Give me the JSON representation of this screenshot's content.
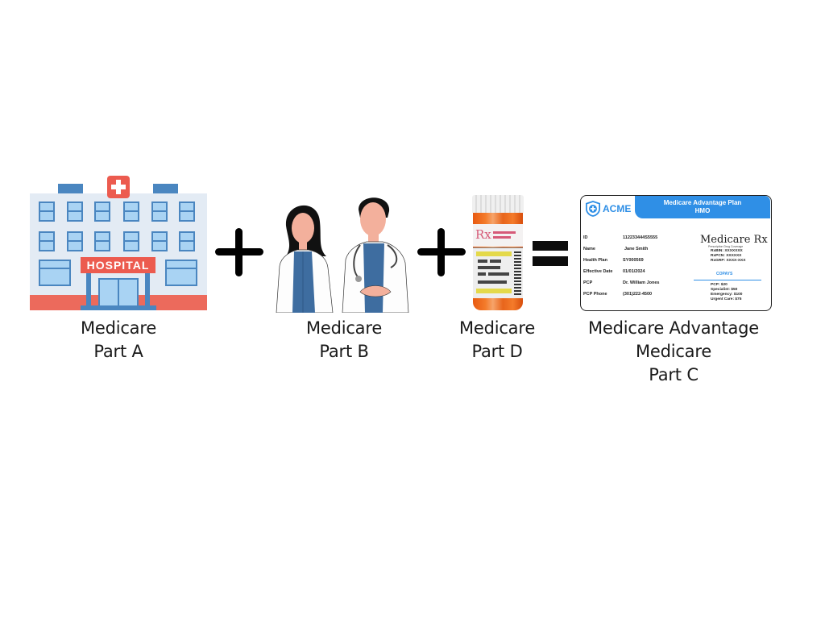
{
  "diagram": {
    "items": [
      {
        "icon": "hospital-icon",
        "line1": "Medicare",
        "line2": "Part A"
      },
      {
        "icon": "doctors-icon",
        "line1": "Medicare",
        "line2": "Part B"
      },
      {
        "icon": "pill-bottle-icon",
        "line1": "Medicare",
        "line2": "Part D"
      },
      {
        "icon": "insurance-card-icon",
        "line1": "Medicare Advantage",
        "line2": "Medicare",
        "line3": "Part C"
      }
    ],
    "operators": [
      "+",
      "+",
      "="
    ]
  },
  "hospital": {
    "sign": "HOSPITAL",
    "colors": {
      "wall": "#e3ebf4",
      "accent": "#4a86c0",
      "red": "#ec5b4f",
      "window": "#a9d3f3"
    }
  },
  "pill_bottle": {
    "rx": "Rx",
    "colors": {
      "orange": "#f47b2a",
      "label": "#eeeeee",
      "pink": "#d65a78"
    }
  },
  "card": {
    "brand": "ACME",
    "header_line1": "Medicare Advantage Plan",
    "header_line2": "HMO",
    "fields": [
      {
        "label": "ID",
        "value": "112233444S5555"
      },
      {
        "label": "Name",
        "value": "Jane Smith"
      },
      {
        "label": "Health Plan",
        "value": "SY000569"
      },
      {
        "label": "Effective Date",
        "value": "01/01/2024"
      },
      {
        "label": "PCP",
        "value": "Dr. William Jones"
      },
      {
        "label": "PCP Phone",
        "value": "(301)222-4500"
      }
    ],
    "rx": {
      "title": "Medicare Rx",
      "subtitle": "Prescription Drug Coverage",
      "items": [
        "RxBIN:  XXXXXXX",
        "RxPCN:  XXXXXX",
        "RxGRP:  XXXX-XXX"
      ]
    },
    "copays": {
      "title": "COPAYS",
      "items": [
        "PCP:           $20",
        "Specialist:    $50",
        "Emergency:  $100",
        "Urgent Care: $75"
      ]
    },
    "colors": {
      "accent": "#2f8fe6",
      "border": "#222222"
    }
  }
}
